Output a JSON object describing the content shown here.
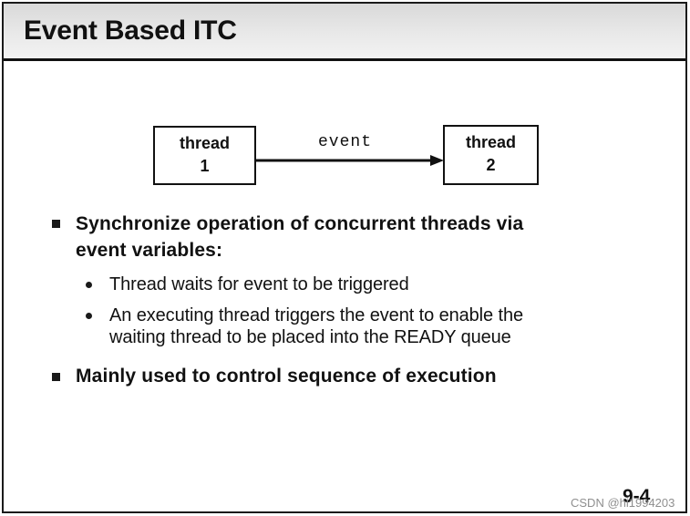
{
  "slide": {
    "title": "Event Based ITC",
    "page_number": "9-4",
    "watermark": "CSDN @hi1994203"
  },
  "diagram": {
    "box1": {
      "line1": "thread",
      "line2": "1"
    },
    "box2": {
      "line1": "thread",
      "line2": "2"
    },
    "arrow_label": "event",
    "arrow_icon": "right-arrow-icon"
  },
  "bullets": [
    {
      "lines": [
        "Synchronize operation of concurrent threads via",
        "event variables:"
      ],
      "sub": [
        {
          "lines": [
            "Thread waits for event to be triggered"
          ]
        },
        {
          "lines": [
            "An executing thread triggers the event to enable the",
            "waiting thread to be placed into the READY queue"
          ]
        }
      ]
    },
    {
      "lines": [
        "Mainly used to control sequence of execution"
      ],
      "sub": []
    }
  ],
  "colors": {
    "text": "#111111",
    "title_bar": "#e3e3e3",
    "rule": "#111111",
    "watermark": "#8f8f8f"
  }
}
